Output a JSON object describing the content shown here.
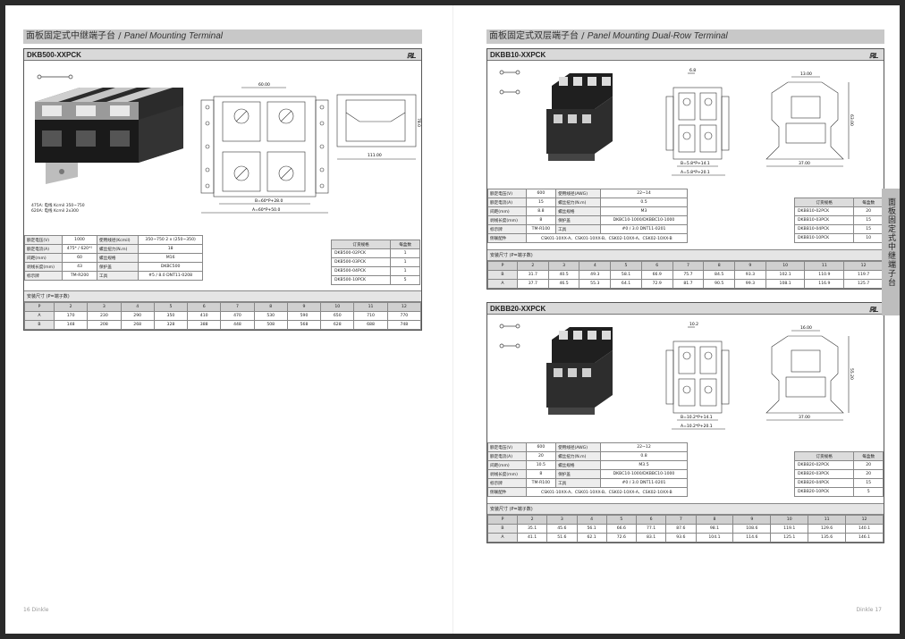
{
  "left": {
    "section_title_cn": "面板固定式中继端子台",
    "section_title_en": "Panel Mounting Terminal",
    "product": {
      "model": "DKB500-XXPCK",
      "ul_mark": "ℝL",
      "dim_a": "60.00",
      "dim_b": "B=60*P+28.0",
      "dim_c": "A=60*P+50.0",
      "dim_d": "111.00",
      "dim_e": "78.0",
      "note1": "475A: 电线 Kcmil 350~750",
      "note2": "620A: 电线 Kcmil 2x300",
      "specs": [
        [
          "额定电压(V)",
          "1000",
          "使用线径(Kcmil)",
          "350~750 2 x (250~350)"
        ],
        [
          "额定电流(A)",
          "475* / 620*¹",
          "螺丝扭力(N.m)",
          "18"
        ],
        [
          "间距(mm)",
          "60",
          "螺丝规格",
          "M16"
        ],
        [
          "剥线长度(mm)",
          "43",
          "保护盖",
          "DKBC500"
        ],
        [
          "标示牌",
          "TM-R200",
          "工具",
          "#5 / 8.0 DNT11-0208"
        ]
      ],
      "order_header": [
        "订货规格",
        "每盒数"
      ],
      "order_rows": [
        [
          "DKB500-02PCK",
          "1"
        ],
        [
          "DKB500-03PCK",
          "1"
        ],
        [
          "DKB500-04PCK",
          "1"
        ],
        [
          "DKB500-10PCK",
          "5"
        ]
      ],
      "dims_title": "安装尺寸 (P=端子数)",
      "dims_header": [
        "P",
        "2",
        "3",
        "4",
        "5",
        "6",
        "7",
        "8",
        "9",
        "10",
        "11",
        "12"
      ],
      "dims_rows": [
        [
          "A",
          "170",
          "230",
          "290",
          "350",
          "410",
          "470",
          "530",
          "590",
          "650",
          "710",
          "770"
        ],
        [
          "B",
          "148",
          "208",
          "268",
          "328",
          "388",
          "448",
          "508",
          "568",
          "628",
          "688",
          "748"
        ]
      ]
    },
    "footer": "16 Dinkle"
  },
  "right": {
    "section_title_cn": "面板固定式双层端子台",
    "section_title_en": "Panel Mounting Dual-Row Terminal",
    "products": [
      {
        "model": "DKBB10-XXPCK",
        "ul_mark": "ℝL",
        "dim_top": "6.8",
        "dim_b": "B=5.8*P+14.1",
        "dim_a": "A=5.8*P+20.1",
        "dim_w": "13.00",
        "dim_h": "63.00",
        "dim_base": "37.00",
        "specs": [
          [
            "额定电压(V)",
            "600",
            "使用线径(AWG)",
            "22~14"
          ],
          [
            "额定电流(A)",
            "15",
            "螺丝扭力(N.m)",
            "0.5"
          ],
          [
            "间距(mm)",
            "8.8",
            "螺丝规格",
            "M3"
          ],
          [
            "剥线长度(mm)",
            "8",
            "保护盖",
            "DKBC10-1000/DKBBC10-1000"
          ],
          [
            "标示牌",
            "TM-R100",
            "工具",
            "#0 / 3.0 DNT11-0201"
          ],
          [
            "侧联配件",
            "CSK01-10XX-A、CSK01-10XX-B、CSK02-10XX-A、CSK02-10XX-B",
            "",
            ""
          ]
        ],
        "order_header": [
          "订货规格",
          "每盒数"
        ],
        "order_rows": [
          [
            "DKBB10-02PCK",
            "20"
          ],
          [
            "DKBB10-03PCK",
            "15"
          ],
          [
            "DKBB10-04PCK",
            "15"
          ],
          [
            "DKBB10-10PCK",
            "10"
          ]
        ],
        "dims_title": "安装尺寸 (P=端子数)",
        "dims_header": [
          "P",
          "2",
          "3",
          "4",
          "5",
          "6",
          "7",
          "8",
          "9",
          "10",
          "11",
          "12"
        ],
        "dims_rows": [
          [
            "B",
            "31.7",
            "40.5",
            "49.3",
            "58.1",
            "66.9",
            "75.7",
            "84.5",
            "93.3",
            "102.1",
            "110.9",
            "119.7"
          ],
          [
            "A",
            "37.7",
            "46.5",
            "55.3",
            "64.1",
            "72.9",
            "81.7",
            "90.5",
            "99.3",
            "108.1",
            "116.9",
            "125.7"
          ]
        ]
      },
      {
        "model": "DKBB20-XXPCK",
        "ul_mark": "ℝL",
        "dim_top": "10.2",
        "dim_b": "B=10.2*P+14.1",
        "dim_a": "A=10.2*P+20.1",
        "dim_w": "16.00",
        "dim_h": "55.20",
        "dim_base": "37.00",
        "specs": [
          [
            "额定电压(V)",
            "600",
            "使用线径(AWG)",
            "22~12"
          ],
          [
            "额定电流(A)",
            "20",
            "螺丝扭力(N.m)",
            "0.8"
          ],
          [
            "间距(mm)",
            "10.5",
            "螺丝规格",
            "M3.5"
          ],
          [
            "剥线长度(mm)",
            "8",
            "保护盖",
            "DKBC10-1000/DKBBC10-1000"
          ],
          [
            "标示牌",
            "TM-R100",
            "工具",
            "#0 / 3.0 DNT11-0201"
          ],
          [
            "侧联配件",
            "CSK01-10XX-A、CSK01-10XX-B、CSK02-10XX-A、CSK02-10XX-B",
            "",
            ""
          ]
        ],
        "order_header": [
          "订货规格",
          "每盒数"
        ],
        "order_rows": [
          [
            "DKBB20-02PCK",
            "20"
          ],
          [
            "DKBB20-03PCK",
            "20"
          ],
          [
            "DKBB20-04PCK",
            "15"
          ],
          [
            "DKBB20-10PCK",
            "5"
          ]
        ],
        "dims_title": "安装尺寸 (P=端子数)",
        "dims_header": [
          "P",
          "2",
          "3",
          "4",
          "5",
          "6",
          "7",
          "8",
          "9",
          "10",
          "11",
          "12"
        ],
        "dims_rows": [
          [
            "B",
            "35.1",
            "45.6",
            "56.1",
            "66.6",
            "77.1",
            "87.6",
            "98.1",
            "108.6",
            "119.1",
            "129.6",
            "140.1"
          ],
          [
            "A",
            "41.1",
            "51.6",
            "62.1",
            "72.6",
            "83.1",
            "93.6",
            "104.1",
            "114.6",
            "125.1",
            "135.6",
            "146.1"
          ]
        ]
      }
    ],
    "side_tab": "面板固定式中继端子台",
    "footer": "Dinkle 17"
  }
}
